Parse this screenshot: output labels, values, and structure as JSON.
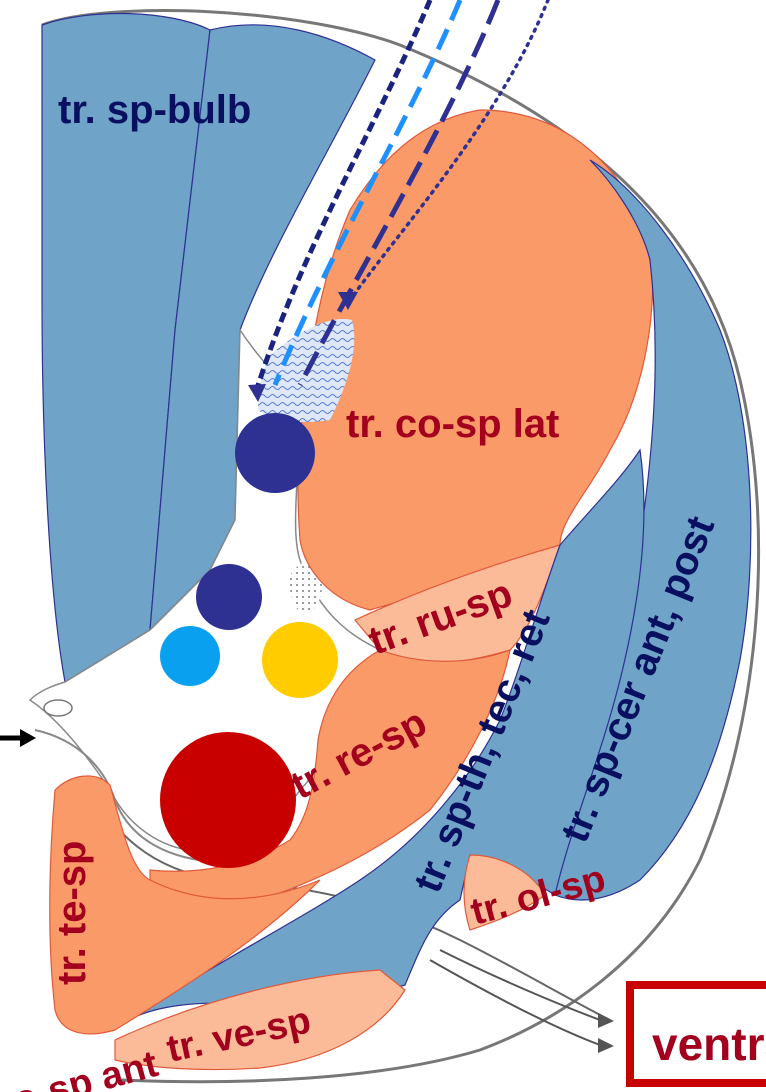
{
  "labels": {
    "sp_bulb": "tr. sp-bulb",
    "co_sp_lat": "tr. co-sp lat",
    "ru_sp": "tr. ru-sp",
    "re_sp": "tr. re-sp",
    "te_sp": "tr. te-sp",
    "ve_sp": "tr. ve-sp",
    "co_sp_ant": "tr. co-sp ant",
    "ol_sp": "tr. ol-sp",
    "sp_th_tec_ret": "tr. sp-th, tec, ret",
    "sp_cer": "tr. sp-cer ant, post",
    "orientation": "ventral"
  },
  "colors": {
    "ascending": "#6fa3c8",
    "descending": "#fa9a68",
    "descending_light": "#fbbb98",
    "dark_navy": "#2e3192",
    "light_blue": "#0aa0f0",
    "yellow": "#ffcc00",
    "red": "#c80000",
    "blue_label": "#0a1060",
    "red_label": "#a3001e"
  }
}
